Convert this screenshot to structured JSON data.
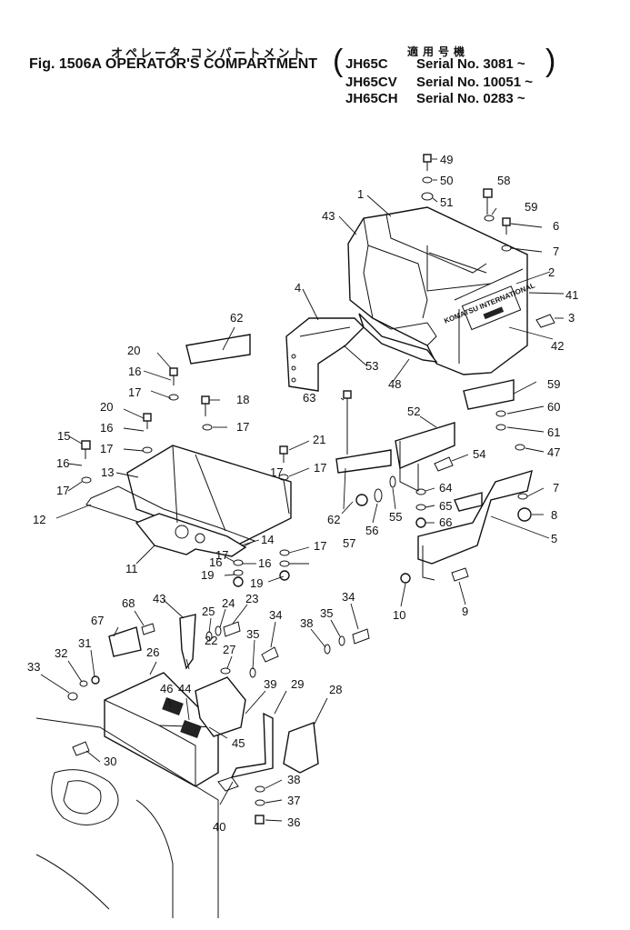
{
  "header": {
    "japanese_title": "オペレータ コンパートメント",
    "japanese_serial_head": "適用号機",
    "figure_title": "Fig. 1506A  OPERATOR'S COMPARTMENT",
    "serials": [
      {
        "model": "JH65C",
        "text": "Serial No. 3081 ~"
      },
      {
        "model": "JH65CV",
        "text": "Serial No. 10051 ~"
      },
      {
        "model": "JH65CH",
        "text": "Serial No. 0283 ~"
      }
    ]
  },
  "decal_text": "KOMATSU INTERNATIONAL",
  "callouts": [
    {
      "n": "1"
    },
    {
      "n": "2"
    },
    {
      "n": "3"
    },
    {
      "n": "4"
    },
    {
      "n": "5"
    },
    {
      "n": "6"
    },
    {
      "n": "7"
    },
    {
      "n": "7"
    },
    {
      "n": "8"
    },
    {
      "n": "9"
    },
    {
      "n": "10"
    },
    {
      "n": "11"
    },
    {
      "n": "12"
    },
    {
      "n": "13"
    },
    {
      "n": "14"
    },
    {
      "n": "15"
    },
    {
      "n": "16"
    },
    {
      "n": "16"
    },
    {
      "n": "16"
    },
    {
      "n": "16"
    },
    {
      "n": "16"
    },
    {
      "n": "17"
    },
    {
      "n": "17"
    },
    {
      "n": "17"
    },
    {
      "n": "17"
    },
    {
      "n": "17"
    },
    {
      "n": "17"
    },
    {
      "n": "17"
    },
    {
      "n": "17"
    },
    {
      "n": "18"
    },
    {
      "n": "19"
    },
    {
      "n": "19"
    },
    {
      "n": "20"
    },
    {
      "n": "20"
    },
    {
      "n": "21"
    },
    {
      "n": "22"
    },
    {
      "n": "23"
    },
    {
      "n": "24"
    },
    {
      "n": "25"
    },
    {
      "n": "26"
    },
    {
      "n": "27"
    },
    {
      "n": "28"
    },
    {
      "n": "29"
    },
    {
      "n": "30"
    },
    {
      "n": "31"
    },
    {
      "n": "32"
    },
    {
      "n": "33"
    },
    {
      "n": "34"
    },
    {
      "n": "34"
    },
    {
      "n": "35"
    },
    {
      "n": "35"
    },
    {
      "n": "36"
    },
    {
      "n": "37"
    },
    {
      "n": "38"
    },
    {
      "n": "38"
    },
    {
      "n": "39"
    },
    {
      "n": "40"
    },
    {
      "n": "41"
    },
    {
      "n": "42"
    },
    {
      "n": "43"
    },
    {
      "n": "43"
    },
    {
      "n": "44"
    },
    {
      "n": "45"
    },
    {
      "n": "46"
    },
    {
      "n": "47"
    },
    {
      "n": "48"
    },
    {
      "n": "49"
    },
    {
      "n": "50"
    },
    {
      "n": "51"
    },
    {
      "n": "52"
    },
    {
      "n": "53"
    },
    {
      "n": "54"
    },
    {
      "n": "55"
    },
    {
      "n": "56"
    },
    {
      "n": "57"
    },
    {
      "n": "58"
    },
    {
      "n": "59"
    },
    {
      "n": "59"
    },
    {
      "n": "60"
    },
    {
      "n": "61"
    },
    {
      "n": "62"
    },
    {
      "n": "62"
    },
    {
      "n": "63"
    },
    {
      "n": "64"
    },
    {
      "n": "65"
    },
    {
      "n": "66"
    },
    {
      "n": "67"
    },
    {
      "n": "68"
    }
  ]
}
